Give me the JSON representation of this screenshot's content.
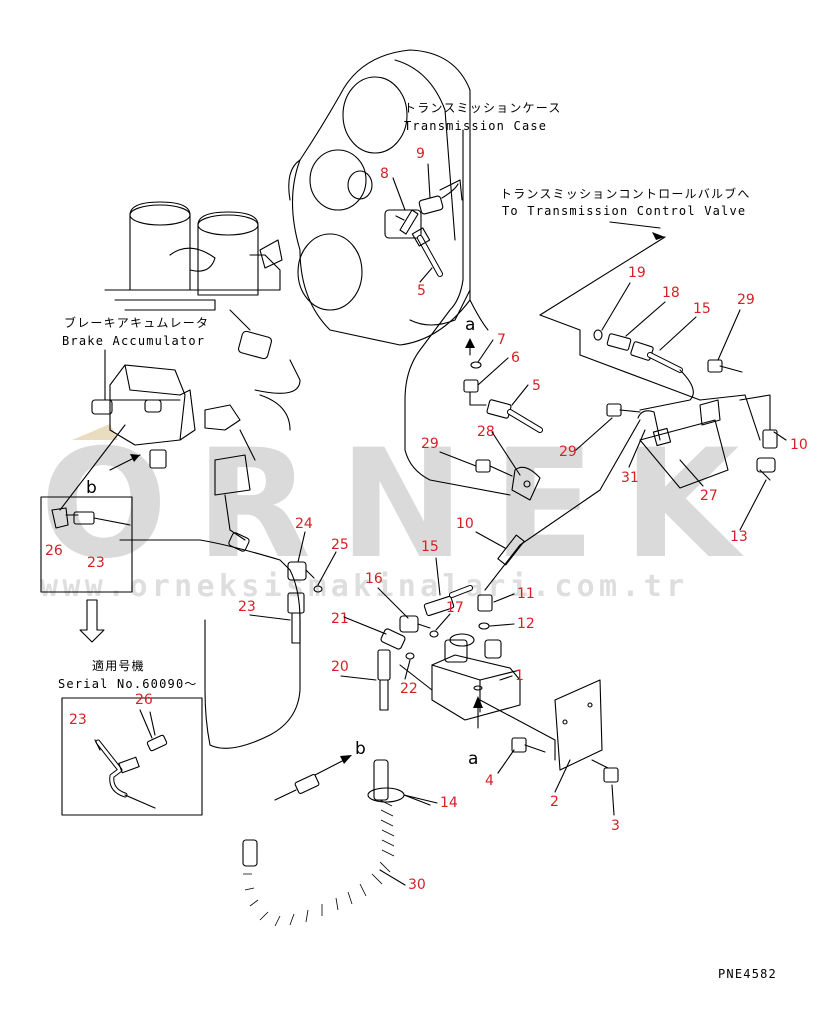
{
  "labels": {
    "transmission_case_jp": "トランスミッションケース",
    "transmission_case_en": "Transmission Case",
    "control_valve_jp": "トランスミッションコントロールバルブへ",
    "control_valve_en": "To Transmission Control Valve",
    "brake_accumulator_jp": "ブレーキアキュムレータ",
    "brake_accumulator_en": "Brake Accumulator",
    "applicable_jp": "適用号機",
    "serial": "Serial No.60090～",
    "view_a": "a",
    "view_b": "b",
    "drawing_code": "PNE4582"
  },
  "watermark": {
    "brand": "ORNEK",
    "url": "www.orneksismakinalari.com.tr"
  },
  "part_numbers": {
    "p1": "1",
    "p2": "2",
    "p3": "3",
    "p4": "4",
    "p5a": "5",
    "p5b": "5",
    "p6": "6",
    "p7": "7",
    "p8": "8",
    "p9": "9",
    "p10a": "10",
    "p10b": "10",
    "p11": "11",
    "p12": "12",
    "p13": "13",
    "p14": "14",
    "p15a": "15",
    "p15b": "15",
    "p16": "16",
    "p17": "17",
    "p18": "18",
    "p19": "19",
    "p20": "20",
    "p21": "21",
    "p22": "22",
    "p23a": "23",
    "p23b": "23",
    "p23c": "23",
    "p24": "24",
    "p25": "25",
    "p26a": "26",
    "p26b": "26",
    "p27": "27",
    "p28": "28",
    "p29a": "29",
    "p29b": "29",
    "p29c": "29",
    "p30": "30",
    "p31": "31"
  }
}
